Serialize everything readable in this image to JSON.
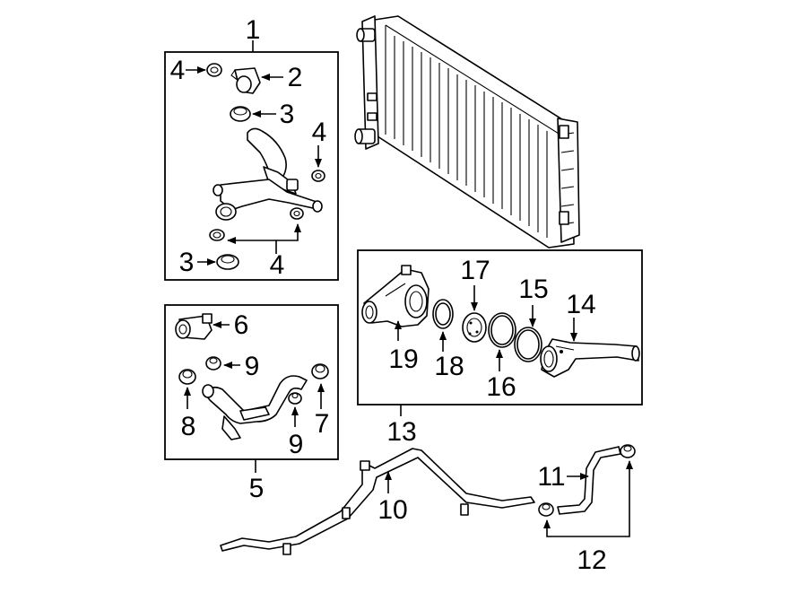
{
  "diagram": {
    "labels": {
      "l1": "1",
      "l2": "2",
      "l3a": "3",
      "l3b": "3",
      "l4a": "4",
      "l4b": "4",
      "l4c": "4",
      "l5": "5",
      "l6": "6",
      "l7": "7",
      "l8": "8",
      "l9a": "9",
      "l9b": "9",
      "l10": "10",
      "l11": "11",
      "l12": "12",
      "l13": "13",
      "l14": "14",
      "l15": "15",
      "l16": "16",
      "l17": "17",
      "l18": "18",
      "l19": "19"
    },
    "colors": {
      "stroke": "#000000",
      "background": "#ffffff"
    }
  }
}
